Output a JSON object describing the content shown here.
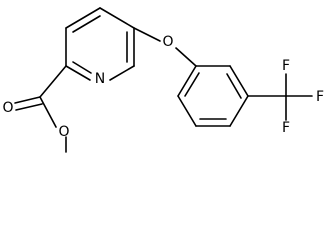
{
  "molecule": {
    "atoms": {
      "n_ring": "N",
      "o_ether": "O",
      "o_carbonyl": "O",
      "o_ester": "O",
      "f_top": "F",
      "f_right": "F",
      "f_bottom": "F"
    }
  }
}
